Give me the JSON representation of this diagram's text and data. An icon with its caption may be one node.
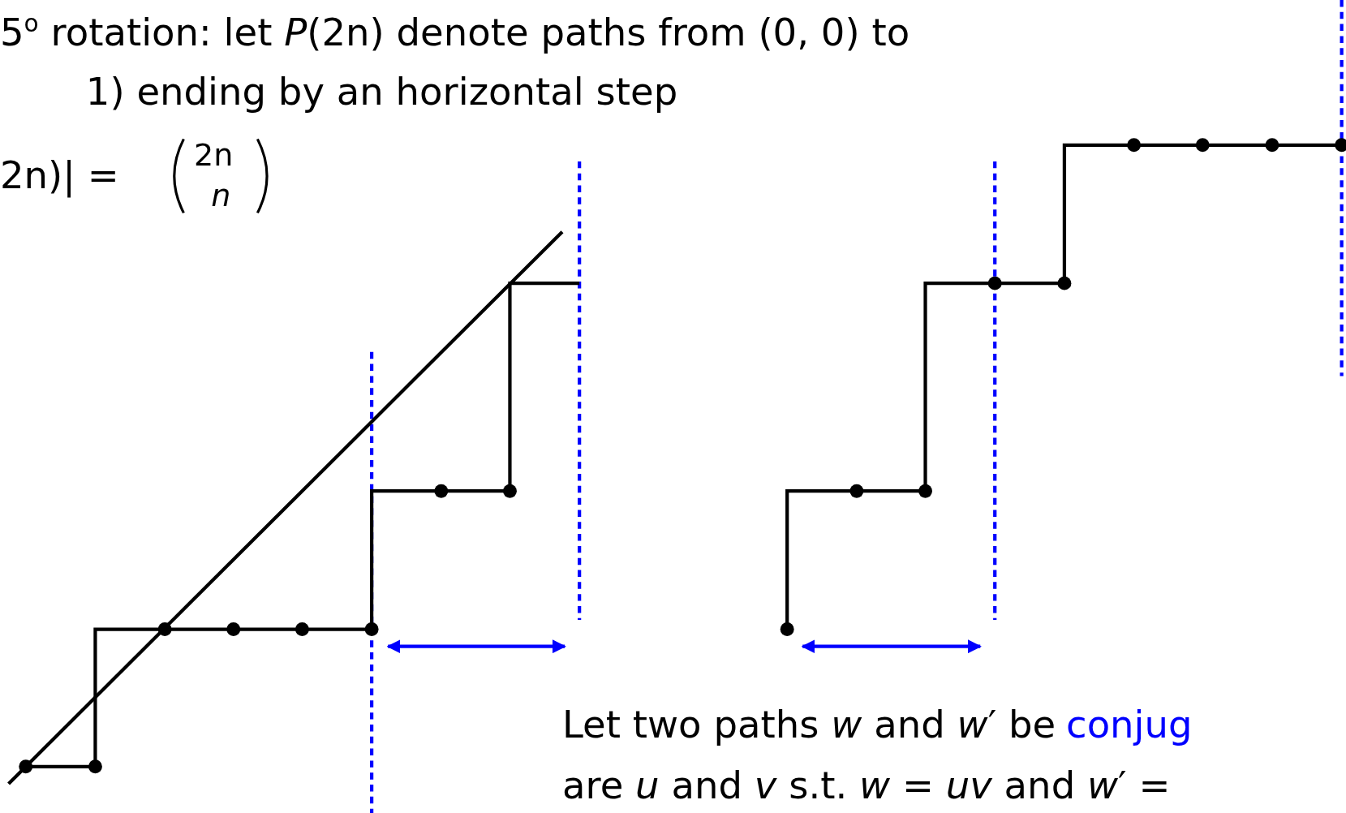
{
  "diagram": {
    "labels": [
      "5$^{o}$ rotation: let *P*(2n) denote paths from (0, 0) to",
      "1) ending by an horizontal step",
      "2n)| =",
      "2n",
      "*n*",
      "Let two paths *w* and *w*′ be",
      "conjug",
      "are *u* and *v* s.t. *w* = *uv* and *w*′ ="
    ]
  }
}
